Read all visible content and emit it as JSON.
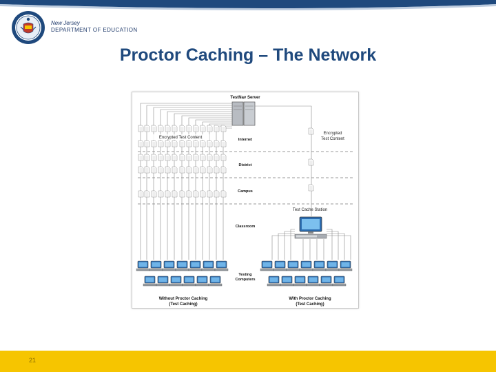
{
  "header": {
    "state": "New Jersey",
    "department": "DEPARTMENT OF EDUCATION"
  },
  "slide": {
    "title": "Proctor Caching – The Network",
    "page_number": "21"
  },
  "diagram": {
    "server_label": "TestNav Server",
    "encrypted_left": "Encrypted Test Content",
    "encrypted_right_line1": "Encrypted",
    "encrypted_right_line2": "Test Content",
    "zones": [
      "Internet",
      "District",
      "Campus",
      "Classroom"
    ],
    "cache_station_label": "Test Cache Station",
    "testing_line1": "Testing",
    "testing_line2": "Computers",
    "left_caption_line1": "Without Proctor Caching",
    "left_caption_line2": "(Test Caching)",
    "right_caption_line1": "With Proctor Caching",
    "right_caption_line2": "(Test Caching)"
  },
  "colors": {
    "title": "#1f497d",
    "footer": "#f6c500",
    "band": "#1f497d"
  }
}
